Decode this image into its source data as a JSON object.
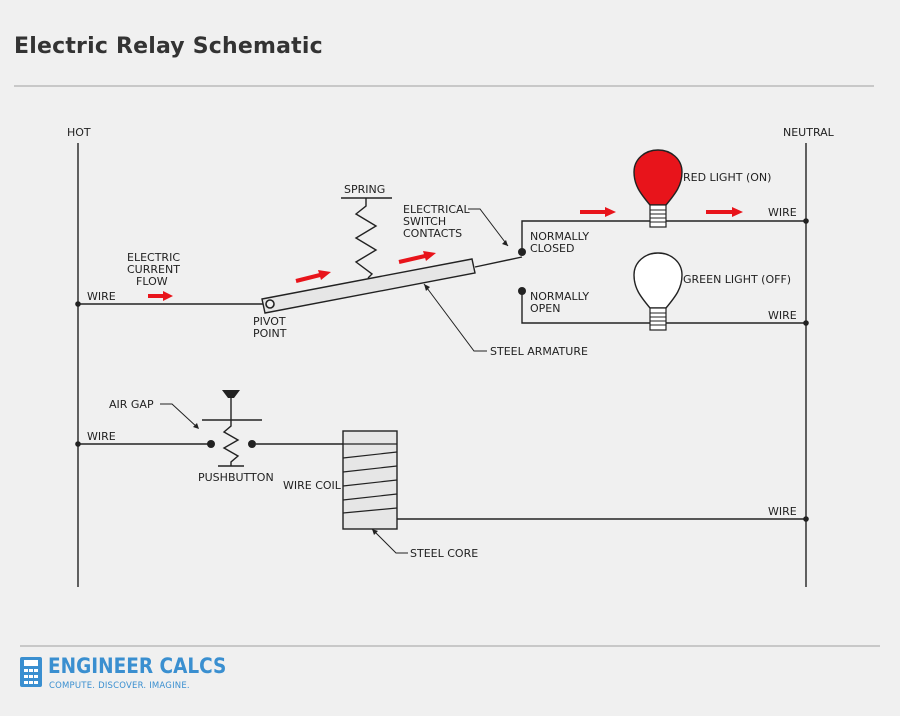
{
  "title": "Electric Relay Schematic",
  "colors": {
    "accent": "#3a8fd0",
    "current_arrow": "#e8141b",
    "red_light": "#e8141b",
    "line": "#222222",
    "background": "#f0f0f0"
  },
  "labels": {
    "hot": "HOT",
    "neutral": "NEUTRAL",
    "spring": "SPRING",
    "switch_contacts": [
      "ELECTRICAL",
      "SWITCH",
      "CONTACTS"
    ],
    "current_flow": [
      "ELECTRIC",
      "CURRENT",
      "FLOW"
    ],
    "wire": "WIRE",
    "pivot_point": [
      "PIVOT",
      "POINT"
    ],
    "steel_armature": "STEEL ARMATURE",
    "normally_closed": [
      "NORMALLY",
      "CLOSED"
    ],
    "normally_open": [
      "NORMALLY",
      "OPEN"
    ],
    "red_light": "RED LIGHT (ON)",
    "green_light": "GREEN LIGHT (OFF)",
    "air_gap": "AIR GAP",
    "pushbutton": "PUSHBUTTON",
    "wire_coil": "WIRE COIL",
    "steel_core": "STEEL CORE"
  },
  "logo": {
    "icon": "calculator-icon",
    "name": "ENGINEER CALCS",
    "tagline": "COMPUTE. DISCOVER. IMAGINE."
  }
}
